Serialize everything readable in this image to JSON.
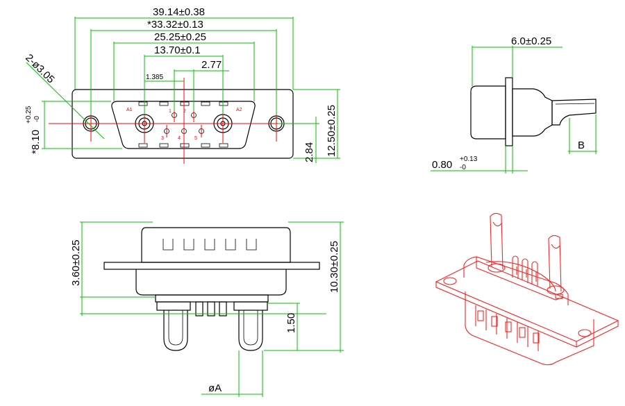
{
  "front_view": {
    "dims": {
      "overall_width": "39.14±0.38",
      "mount_pitch": "*33.32±0.13",
      "shell_width": "25.25±0.25",
      "power_pitch": "13.70±0.1",
      "signal_pitch": "2.77",
      "signal_offset": "1.385",
      "mount_holes": "2-ø3.05",
      "shell_height_base": "*8.10",
      "shell_height_tol_plus": "+0.25",
      "shell_height_tol_minus": "-0",
      "overall_height": "12.50±0.25",
      "pin_offset": "2.84"
    },
    "pin_labels": [
      "A1",
      "A2",
      "1",
      "2",
      "3",
      "4",
      "5"
    ]
  },
  "side_view": {
    "depth": "6.0±0.25",
    "flange_base": "0.80",
    "flange_tol_plus": "+0.13",
    "flange_tol_minus": "-0",
    "tail_label": "B"
  },
  "bottom_view": {
    "flange_offset": "3.60±0.25",
    "overall_depth": "10.30±0.25",
    "pin_length": "1.50",
    "pin_dia": "øA"
  },
  "isometric_view": {
    "color": "#ff2020",
    "description_icon": "connector-3d-icon"
  },
  "colors": {
    "dimension": "#00c000",
    "centerline": "#ff0000",
    "outline": "#000000"
  }
}
